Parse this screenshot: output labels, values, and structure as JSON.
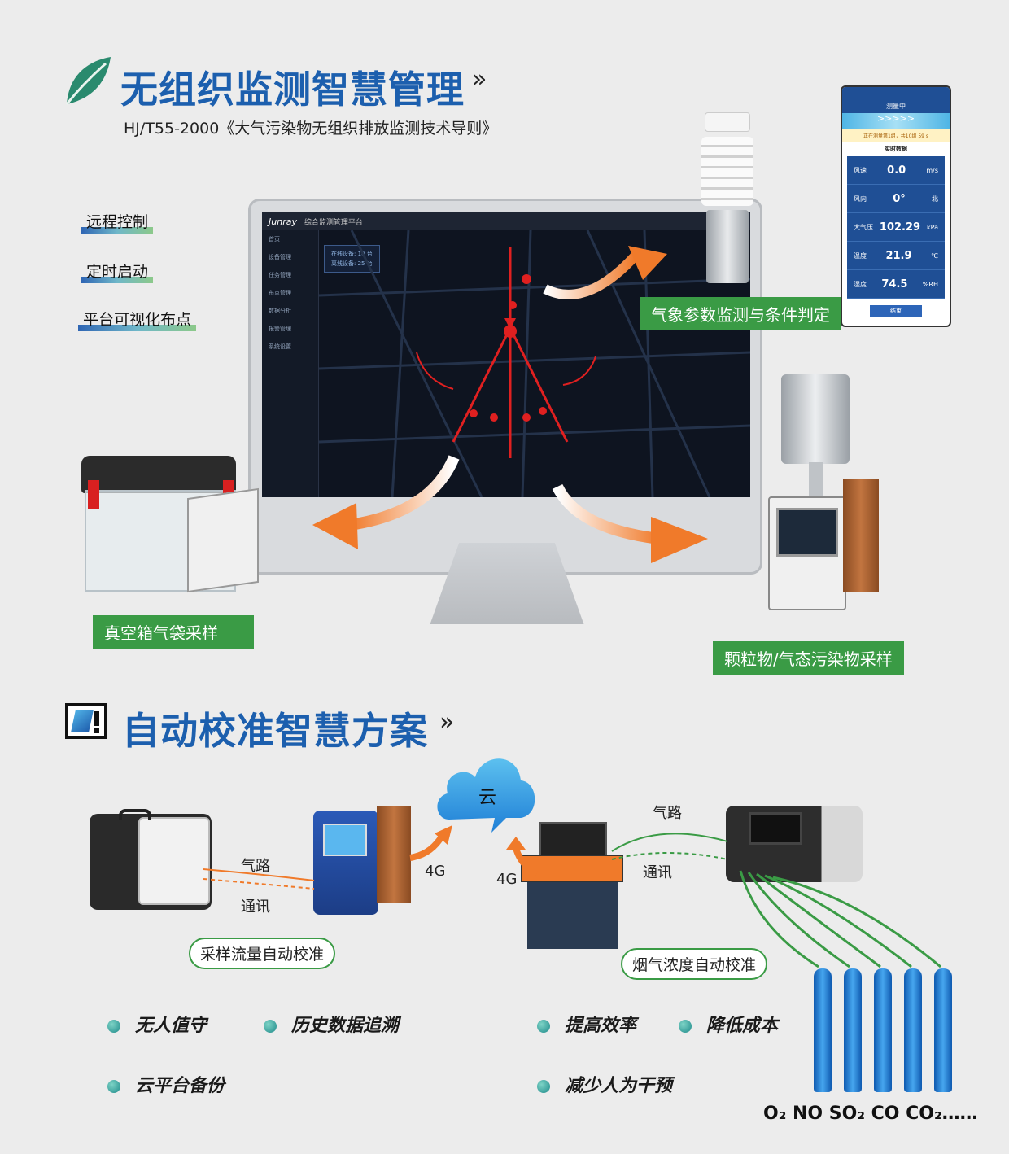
{
  "section1": {
    "title": "无组织监测智慧管理",
    "chevron": "»",
    "subtitle": "HJ/T55-2000《大气污染物无组织排放监测技术导则》",
    "features": [
      "远程控制",
      "定时启动",
      "平台可视化布点"
    ],
    "labels": {
      "weather": "气象参数监测与条件判定",
      "vacuum": "真空箱气袋采样",
      "particle": "颗粒物/气态污染物采样"
    },
    "screen": {
      "brand": "Junray",
      "app_title": "综合监测管理平台",
      "sidebar": [
        "首页",
        "设备管理",
        "任务管理",
        "布点管理",
        "数据分析",
        "报警管理",
        "系统设置"
      ],
      "info_lines": [
        "在线设备: 10 台",
        "离线设备: 25 台"
      ]
    },
    "phone": {
      "header": "测量中",
      "status": "正在测量第1组，共10组 59 s",
      "section": "实时数据",
      "rows": [
        {
          "name": "风速",
          "value": "0.0",
          "unit": "m/s"
        },
        {
          "name": "风向",
          "value": "0°",
          "unit": "北"
        },
        {
          "name": "大气压",
          "value": "102.29",
          "unit": "kPa"
        },
        {
          "name": "温度",
          "value": "21.9",
          "unit": "℃"
        },
        {
          "name": "湿度",
          "value": "74.5",
          "unit": "%RH"
        }
      ],
      "button": "结束"
    }
  },
  "section2": {
    "title": "自动校准智慧方案",
    "chevron": "»",
    "cloud": "云",
    "left": {
      "gas": "气路",
      "comm": "通讯",
      "net": "4G",
      "pill": "采样流量自动校准"
    },
    "right": {
      "gas": "气路",
      "comm": "通讯",
      "net": "4G",
      "pill": "烟气浓度自动校准"
    },
    "bullets_left": [
      "无人值守",
      "历史数据追溯",
      "云平台备份"
    ],
    "bullets_right": [
      "提高效率",
      "降低成本",
      "减少人为干预"
    ],
    "gases": "O₂  NO SO₂ CO CO₂……"
  },
  "colors": {
    "title_blue": "#1c5fae",
    "label_green": "#3a9b45",
    "arrow_orange": "#f07a2a",
    "cylinder_blue": "#1f7fd6"
  }
}
